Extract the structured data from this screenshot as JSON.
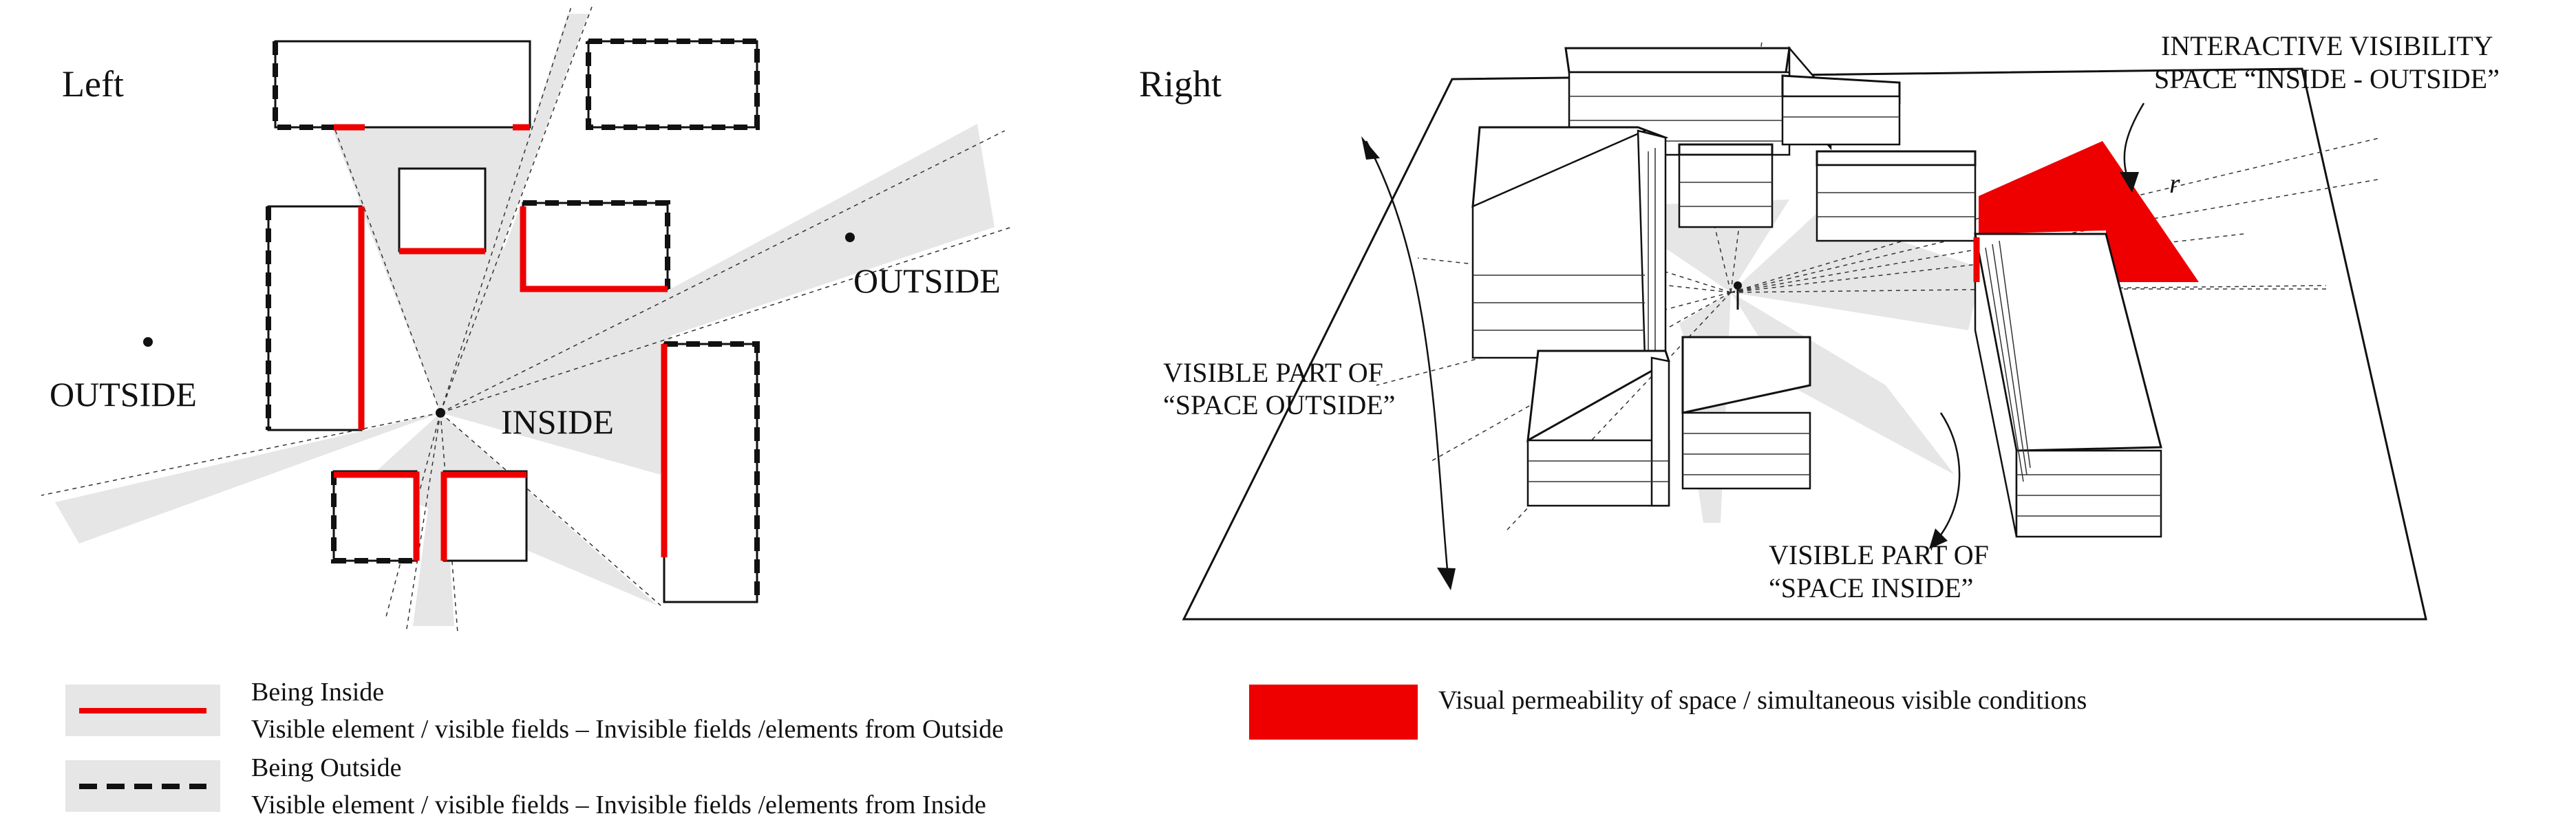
{
  "panels": {
    "left": {
      "title": "Left",
      "outside_left": "OUTSIDE",
      "outside_right": "OUTSIDE",
      "inside": "INSIDE"
    },
    "right": {
      "title": "Right",
      "interactive_line1": "INTERACTIVE VISIBILITY",
      "interactive_line2": "SPACE “INSIDE - OUTSIDE”",
      "outside_line1": "VISIBLE PART OF",
      "outside_line2": "“SPACE OUTSIDE”",
      "inside_line1": "VISIBLE PART OF",
      "inside_line2": "“SPACE INSIDE”",
      "marker_r": "r"
    }
  },
  "legend": {
    "inside": {
      "title": "Being Inside",
      "description": "Visible element / visible fields – Invisible fields /elements from Outside",
      "color": "#ee0000"
    },
    "outside": {
      "title": "Being Outside",
      "description": "Visible element / visible fields – Invisible fields /elements from Inside",
      "color": "#111111"
    },
    "permeability": {
      "description": "Visual permeability of space / simultaneous visible conditions",
      "color": "#ee0000"
    }
  },
  "colors": {
    "visible_field": "#e6e6e6",
    "highlight": "#ee0000"
  }
}
